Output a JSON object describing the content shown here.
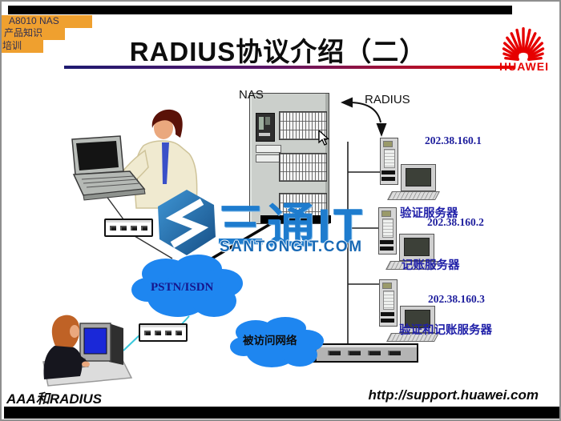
{
  "slide": {
    "corner_tag": {
      "line1": "A8010 NAS",
      "line2": "产品知识",
      "line3": "培训"
    },
    "title": "RADIUS协议介绍（二）",
    "brand": {
      "logo_text": "HUAWEI"
    },
    "footer": {
      "left": "AAA和RADIUS",
      "right": "http://support.huawei.com"
    }
  },
  "diagram": {
    "nas_label": "NAS",
    "radius_label": "RADIUS",
    "ips": {
      "server1": "202.38.160.1",
      "server2": "202.38.160.2",
      "server3": "202.38.160.3"
    },
    "server_labels": {
      "auth": "验证服务器",
      "acct": "记账服务器",
      "auth_acct": "验证和记账服务器"
    },
    "clouds": {
      "pstn": "PSTN/ISDN",
      "visited": "被访问网络"
    }
  },
  "watermark": {
    "brand": "三通IT",
    "domain": "SANTONGIT.COM"
  },
  "colors": {
    "accent_orange": "#EFA02F",
    "huawei_red": "#E60000",
    "label_blue": "#2020A8",
    "ip_blue": "#1C1C9C",
    "cloud_blue": "#1E86F0",
    "watermark_blue": "#1E7CCE"
  }
}
